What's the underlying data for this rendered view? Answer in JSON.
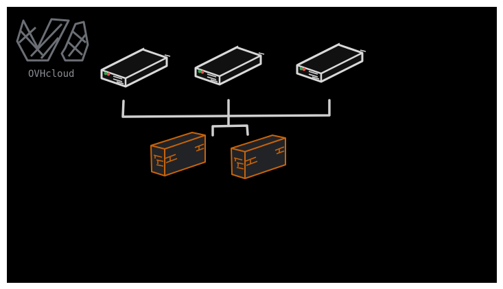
{
  "logo": {
    "text": "OVHcloud",
    "color": "#6b6f75"
  },
  "colors": {
    "server_stroke": "#d9d9d9",
    "server_fill": "#111111",
    "firewall_stroke": "#c8640a",
    "firewall_fill": "#222326",
    "connector": "#d0d0d0",
    "led_green": "#2fa84f",
    "led_red": "#e0504a"
  },
  "nodes": {
    "servers": [
      {
        "id": "server-1"
      },
      {
        "id": "server-2"
      },
      {
        "id": "server-3"
      }
    ],
    "firewalls": [
      {
        "id": "firewall-1"
      },
      {
        "id": "firewall-2"
      }
    ]
  }
}
